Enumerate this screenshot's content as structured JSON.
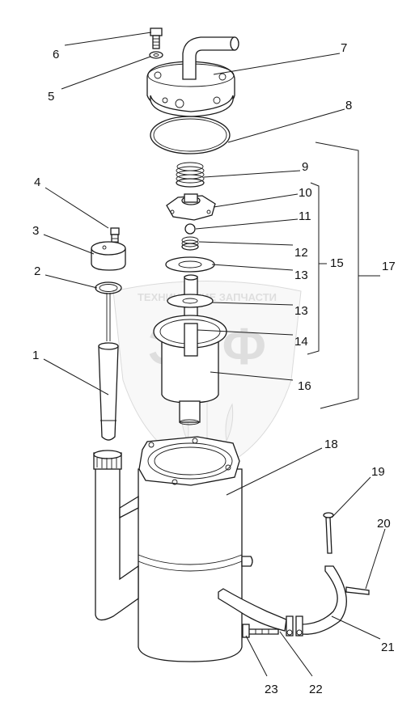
{
  "watermark": {
    "top_text": "ТЕХНИЧЕСКИЕ ЗАПЧАСТИ",
    "logo_text": "ЭПФ",
    "color": "#c8c8c8"
  },
  "callouts": [
    "1",
    "2",
    "3",
    "4",
    "5",
    "6",
    "7",
    "8",
    "9",
    "10",
    "11",
    "12",
    "13",
    "13",
    "14",
    "15",
    "16",
    "17",
    "18",
    "19",
    "20",
    "21",
    "22",
    "23"
  ],
  "colors": {
    "line": "#1a1a1a",
    "background": "#ffffff"
  }
}
